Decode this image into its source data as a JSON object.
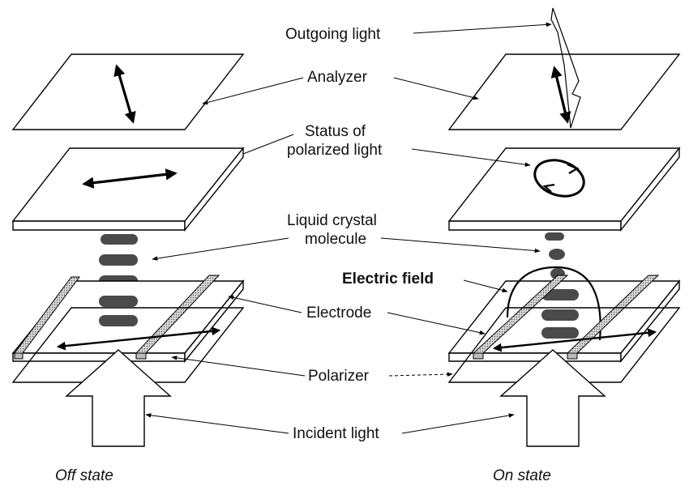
{
  "labels": {
    "outgoing_light": "Outgoing light",
    "analyzer": "Analyzer",
    "status_line1": "Status of",
    "status_line2": "polarized light",
    "lc_line1": "Liquid crystal",
    "lc_line2": "molecule",
    "electric_field": "Electric field",
    "electrode": "Electrode",
    "polarizer": "Polarizer",
    "incident_light": "Incident light"
  },
  "states": {
    "off": "Off state",
    "on": "On state"
  },
  "colors": {
    "ink": "#000000",
    "molecule": "#4a4a4a",
    "electrode_fill": "#bdbdbd",
    "background": "#ffffff"
  }
}
